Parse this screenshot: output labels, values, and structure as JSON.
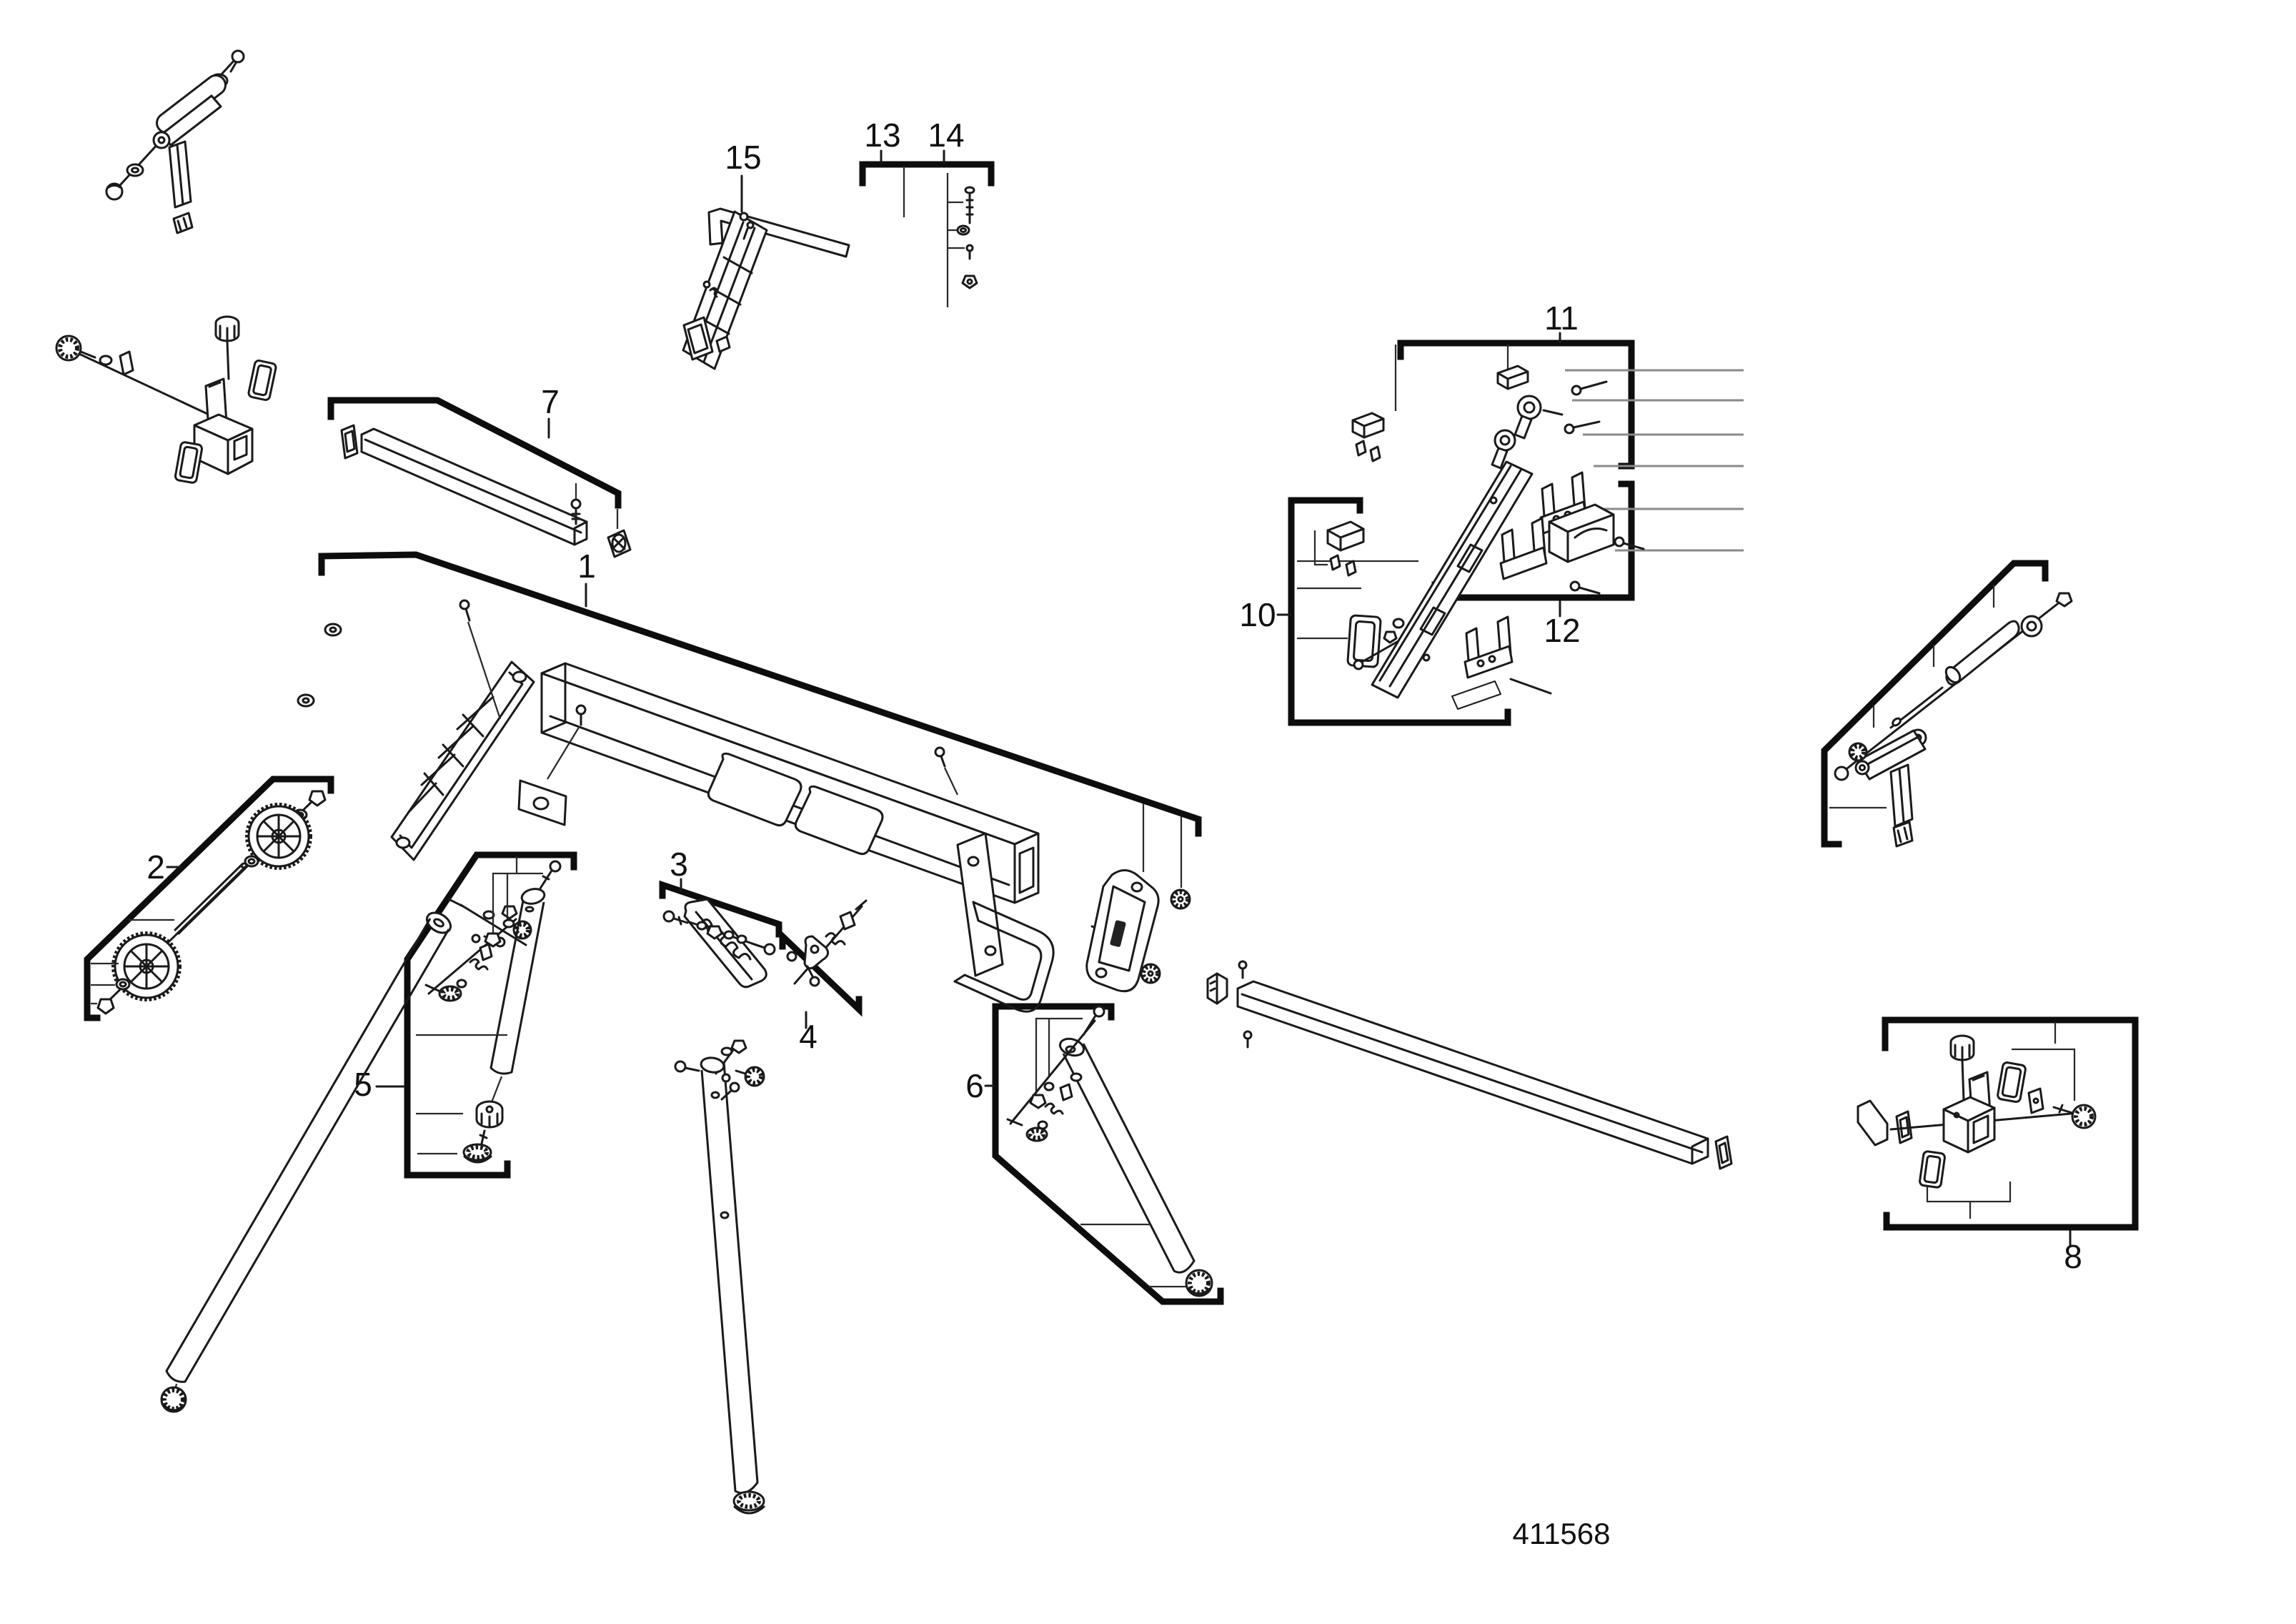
{
  "page": {
    "background": "#ffffff",
    "ink": "#1a1a1a"
  },
  "diagram": {
    "type": "exploded-parts-diagram",
    "part_number": "411568",
    "callouts": [
      {
        "number": "1"
      },
      {
        "number": "2"
      },
      {
        "number": "3"
      },
      {
        "number": "4"
      },
      {
        "number": "5"
      },
      {
        "number": "6"
      },
      {
        "number": "7"
      },
      {
        "number": "8"
      },
      {
        "number": "10"
      },
      {
        "number": "11"
      },
      {
        "number": "12"
      },
      {
        "number": "13"
      },
      {
        "number": "14"
      },
      {
        "number": "15"
      }
    ]
  }
}
